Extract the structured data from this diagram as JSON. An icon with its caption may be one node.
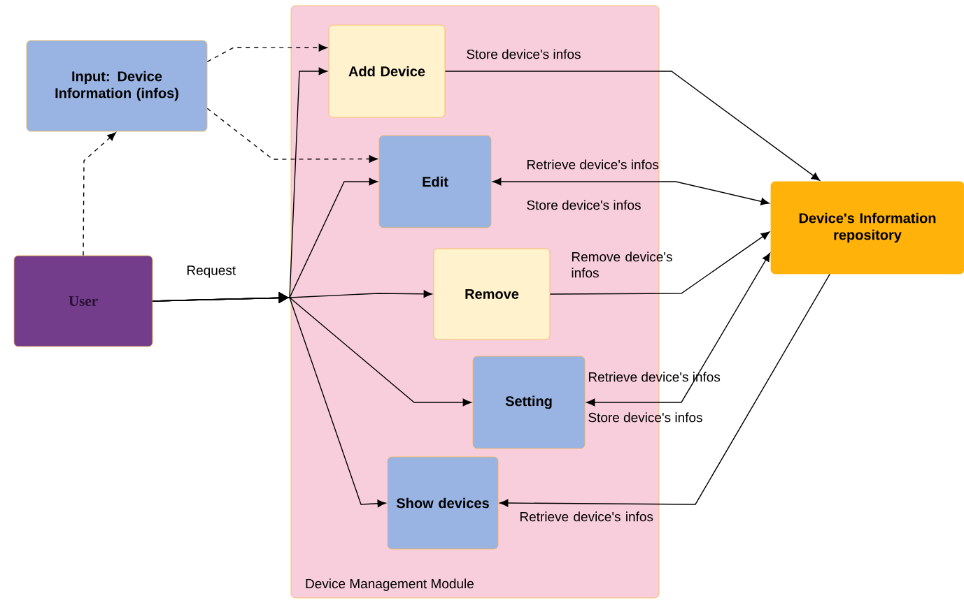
{
  "diagram": {
    "nodes": [
      {
        "text": [
          "Input: Device Information (infos)"
        ]
      },
      {
        "text": [
          "User"
        ]
      },
      {
        "text": [
          "Device Management Module"
        ]
      },
      {
        "text": [
          "Add Device"
        ],
        "in": 2
      },
      {
        "text": [
          "Edit"
        ],
        "in": 2
      },
      {
        "text": [
          "Remove"
        ],
        "in": 2
      },
      {
        "text": [
          "Setting"
        ],
        "in": 2
      },
      {
        "text": [
          "Show devices"
        ],
        "in": 2
      },
      {
        "text": [
          "Device's Information repository"
        ]
      }
    ],
    "edges": [
      {
        "from": 1,
        "to": 0,
        "arrow": "to",
        "style": "dashed"
      },
      {
        "from": 0,
        "to": 3,
        "arrow": "to",
        "style": "dashed"
      },
      {
        "from": 0,
        "to": 4,
        "arrow": "to",
        "style": "dashed"
      },
      {
        "from": 1,
        "to": 3,
        "arrow": "to",
        "label": "Request"
      },
      {
        "from": 1,
        "to": 4,
        "arrow": "to"
      },
      {
        "from": 1,
        "to": 5,
        "arrow": "to"
      },
      {
        "from": 1,
        "to": 6,
        "arrow": "to"
      },
      {
        "from": 1,
        "to": 7,
        "arrow": "to"
      },
      {
        "from": 3,
        "to": 8,
        "arrow": "to",
        "label": "Store device's infos"
      },
      {
        "from": 4,
        "to": 8,
        "arrow": "both",
        "label": "Retrieve device's infos"
      },
      {
        "from": 5,
        "to": 8,
        "arrow": "to",
        "label": "Remove device's infos"
      },
      {
        "from": 6,
        "to": 8,
        "arrow": "both",
        "label": "Retrieve device's infos"
      },
      {
        "from": 8,
        "to": 7,
        "arrow": "to",
        "label": "Retrieve device's infos"
      }
    ],
    "labels": [
      "Store device's infos",
      "Store device's infos"
    ]
  }
}
